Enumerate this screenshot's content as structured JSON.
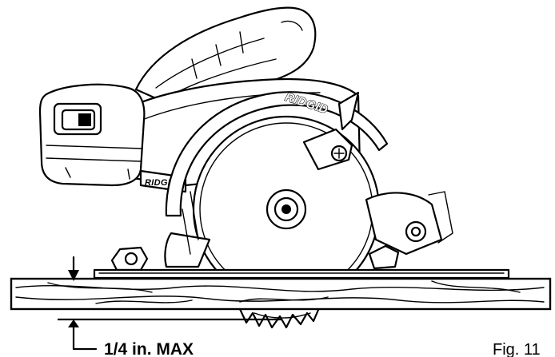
{
  "figure": {
    "depth_label": "1/4 in. MAX",
    "figure_label": "Fig. 11",
    "brand_text": "RIDGID",
    "housing_brand_text": "RIDGID"
  },
  "colors": {
    "line": "#000000",
    "background": "#ffffff"
  },
  "icons": [
    "circular-saw-icon",
    "dimension-arrow-down-icon",
    "dimension-arrow-up-icon"
  ]
}
